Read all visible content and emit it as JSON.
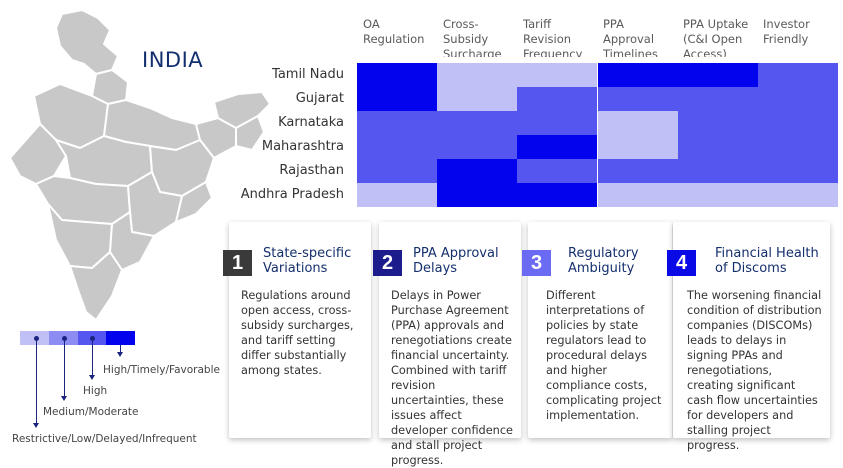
{
  "country": "INDIA",
  "columns": [
    "OA Regulation",
    "Cross-Subsidy Surcharge",
    "Tariff Revision Frequency",
    "PPA Approval Timelines",
    "PPA Uptake (C&I Open Access)",
    "Investor Friendly"
  ],
  "states": [
    "Tamil Nadu",
    "Gujarat",
    "Karnataka",
    "Maharashtra",
    "Rajasthan",
    "Andhra Pradesh"
  ],
  "matrix_levels": [
    [
      4,
      1,
      1,
      4,
      4,
      3
    ],
    [
      4,
      1,
      3,
      3,
      3,
      3
    ],
    [
      3,
      3,
      3,
      1,
      3,
      3
    ],
    [
      3,
      3,
      4,
      1,
      3,
      3
    ],
    [
      3,
      4,
      3,
      3,
      3,
      3
    ],
    [
      1,
      4,
      4,
      1,
      1,
      1
    ]
  ],
  "level_colors": [
    "#ffffff",
    "#c0c0f7",
    "#8c8cf3",
    "#5555f0",
    "#0303ee"
  ],
  "legend": {
    "labels": [
      "High/Timely/Favorable",
      "High",
      "Medium/Moderate",
      "Restrictive/Low/Delayed/Infrequent"
    ]
  },
  "cards": [
    {
      "number": "1",
      "title": "State-specific Variations",
      "body": "Regulations around open access, cross-subsidy surcharges, and tariff setting differ substantially among states.",
      "badge_color": "#3a3a3a"
    },
    {
      "number": "2",
      "title": "PPA Approval Delays",
      "body": "Delays in Power Purchase Agreement (PPA) approvals and renegotiations create financial uncertainty. Combined with tariff revision uncertainties, these issues affect developer confidence and stall project progress.",
      "badge_color": "#1c1c8c"
    },
    {
      "number": "3",
      "title": "Regulatory Ambiguity",
      "body": "Different interpretations of policies by state regulators lead to procedural delays and higher compliance costs, complicating project implementation.",
      "badge_color": "#6a6af2"
    },
    {
      "number": "4",
      "title": "Financial Health of Discoms",
      "body": "The worsening financial condition of distribution companies (DISCOMs) leads to delays in signing PPAs and renegotiations, creating significant cash flow uncertainties for developers and stalling project progress.",
      "badge_color": "#0a0ae6"
    }
  ]
}
